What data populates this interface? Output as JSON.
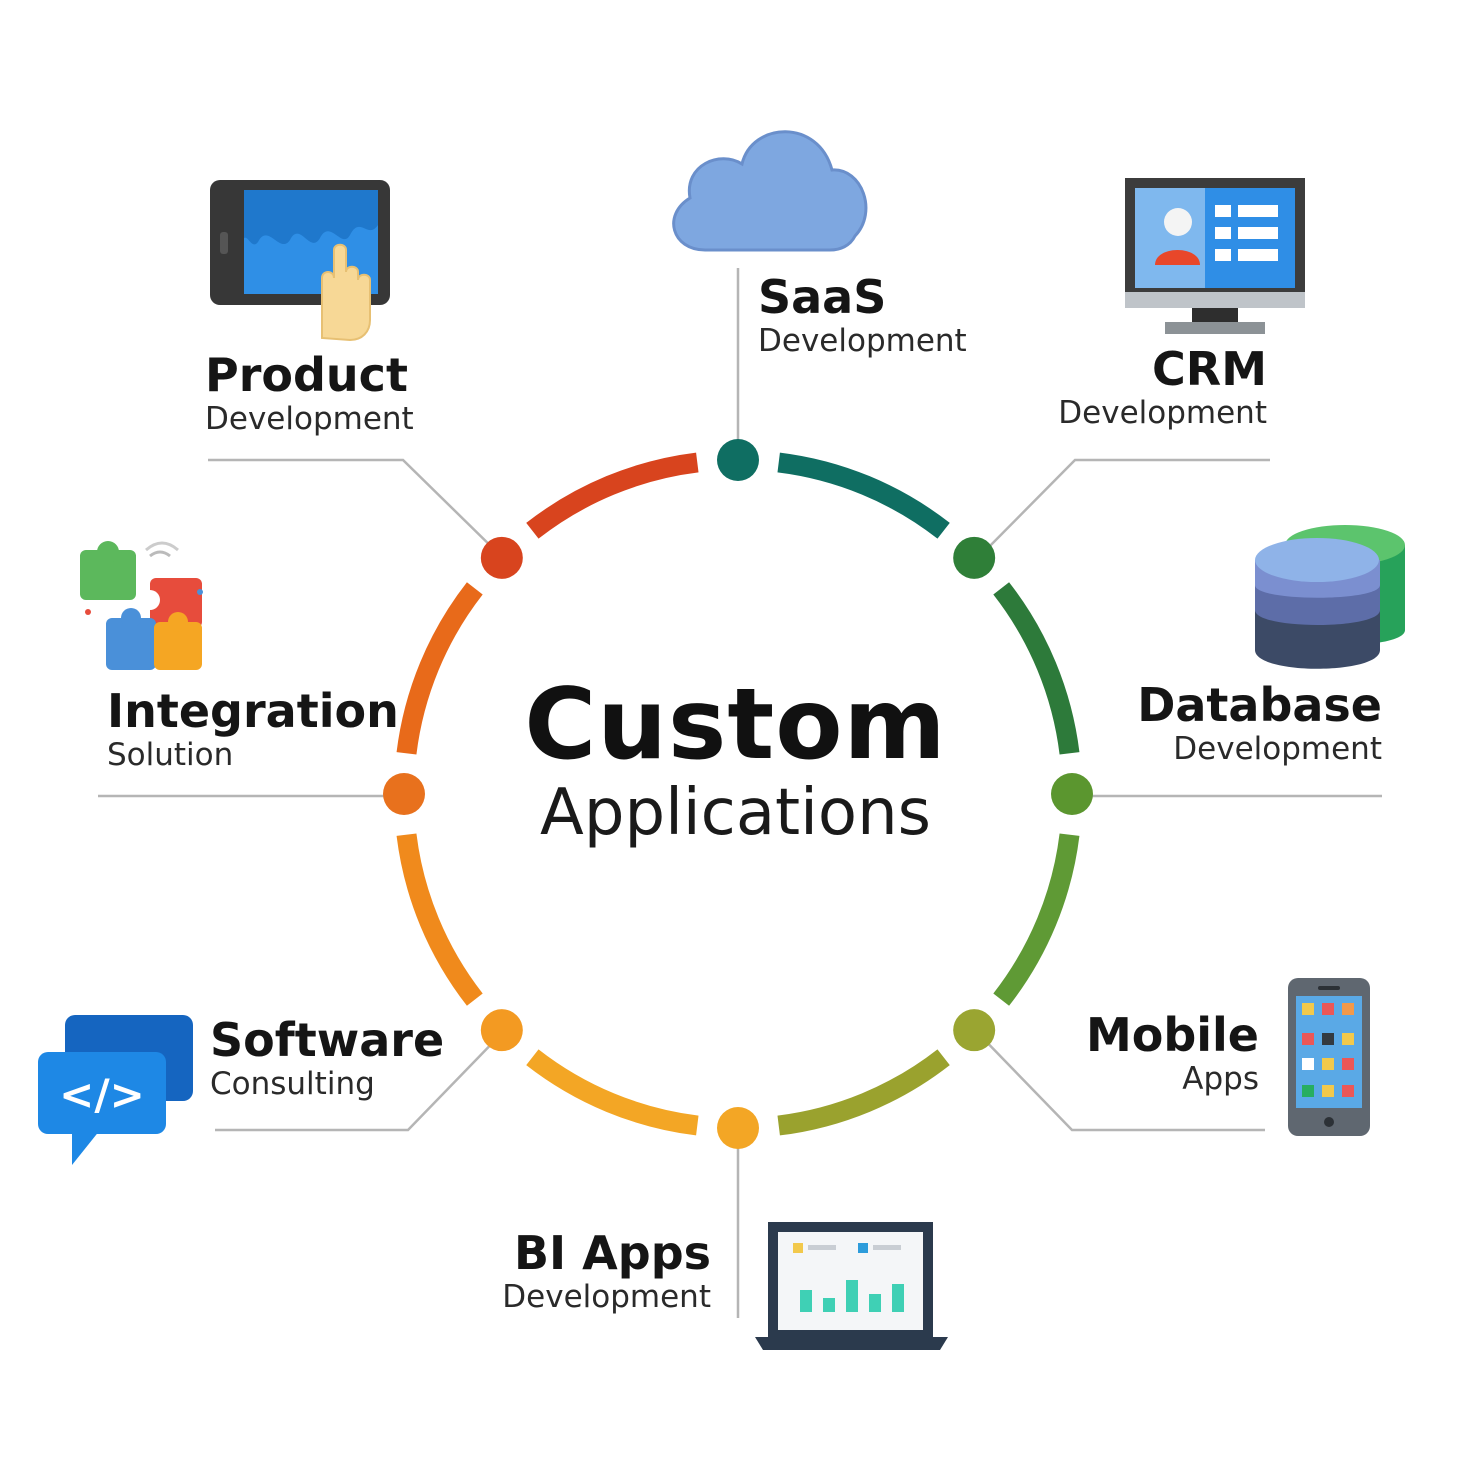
{
  "center": {
    "title": "Custom",
    "subtitle": "Applications"
  },
  "items": [
    {
      "id": "saas",
      "title": "SaaS",
      "subtitle": "Development",
      "icon": "cloud-icon"
    },
    {
      "id": "crm",
      "title": "CRM",
      "subtitle": "Development",
      "icon": "crm-monitor-icon"
    },
    {
      "id": "database",
      "title": "Database",
      "subtitle": "Development",
      "icon": "database-icon"
    },
    {
      "id": "mobile",
      "title": "Mobile",
      "subtitle": "Apps",
      "icon": "smartphone-icon"
    },
    {
      "id": "bi",
      "title": "BI Apps",
      "subtitle": "Development",
      "icon": "laptop-chart-icon"
    },
    {
      "id": "software",
      "title": "Software",
      "subtitle": "Consulting",
      "icon": "code-chat-icon"
    },
    {
      "id": "integration",
      "title": "Integration",
      "subtitle": "Solution",
      "icon": "puzzle-icon"
    },
    {
      "id": "product",
      "title": "Product",
      "subtitle": "Development",
      "icon": "tablet-touch-icon"
    }
  ],
  "colors": {
    "ring": [
      "#0f6e62",
      "#2d7a3a",
      "#5f9a35",
      "#9aa22e",
      "#f3a625",
      "#f08a1c",
      "#e86a1a",
      "#d8441e"
    ],
    "nodes": [
      "#0f6e62",
      "#2f7f38",
      "#5b962f",
      "#9aa531",
      "#f3a625",
      "#f39a22",
      "#e8711d",
      "#d8441e"
    ],
    "connector": "#b5b5b5"
  }
}
